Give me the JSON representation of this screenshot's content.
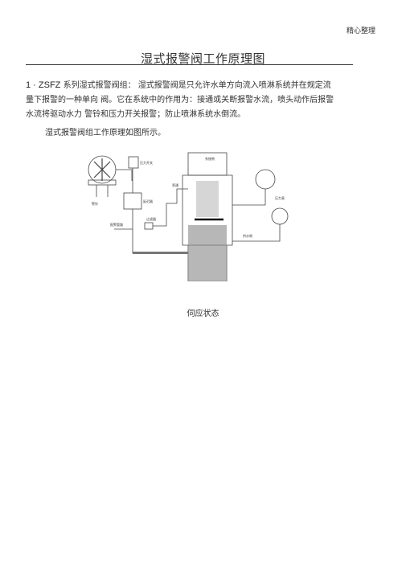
{
  "header_note": "精心整理",
  "title": "湿式报警阀工作原理图",
  "intro": {
    "lead": "1 · ZSFZ",
    "line1": " 系列湿式报警阀组：  湿式报警阀是只允许水单方向流入喷淋系统并在规定流",
    "line2": "量下报警的一种单向 阀。它在系统中的作用为：接通或关断报警水流，喷头动作后报警",
    "line3": "水流将驱动水力 警铃和压力开关报警；防止喷淋系统水倒流。"
  },
  "sub_para": "湿式报警阀组工作原理如图所示。",
  "diagram": {
    "labels": {
      "pressure_switch": "压力开关",
      "alarm_bell": "警铃",
      "delay_device": "延迟器",
      "alarm_pipe": "报警管路",
      "filter": "过滤器",
      "bypass": "旁通",
      "system_side": "系统侧",
      "pressure_gauge": "压力表",
      "water_side": "供水侧"
    }
  },
  "caption": "伺应状态"
}
